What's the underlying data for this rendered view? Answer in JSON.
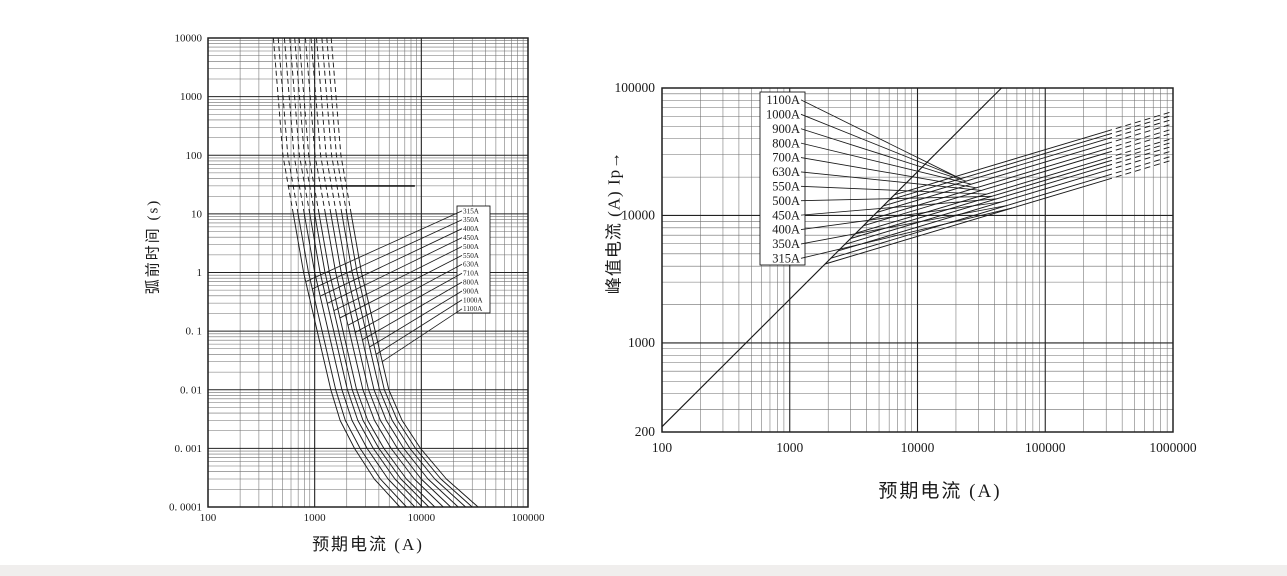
{
  "page": {
    "background": "#ffffff",
    "line_color": "#1a1a1a",
    "grid_major_color": "#222222",
    "grid_minor_color": "#6e6e6e",
    "description": "Two log-log fuse characteristic charts: pre-arcing time vs prospective current, and peak (cut-off) current vs prospective current"
  },
  "chart_data": [
    {
      "type": "line",
      "name": "pre-arcing-time-current-characteristics",
      "xlabel": "预期电流 (A)",
      "ylabel": "弧前时间 (s)",
      "xscale": "log",
      "yscale": "log",
      "xlim": [
        100,
        100000
      ],
      "ylim": [
        0.0001,
        10000
      ],
      "grid": "log-with-minors",
      "x_ticks": [
        {
          "v": 100,
          "t": "100"
        },
        {
          "v": 1000,
          "t": "1000"
        },
        {
          "v": 10000,
          "t": "10000"
        },
        {
          "v": 100000,
          "t": "100000"
        }
      ],
      "y_ticks": [
        {
          "v": 10000,
          "t": "10000"
        },
        {
          "v": 1000,
          "t": "1000"
        },
        {
          "v": 100,
          "t": "100"
        },
        {
          "v": 10,
          "t": "10"
        },
        {
          "v": 1,
          "t": "1"
        },
        {
          "v": 0.1,
          "t": "0. 1"
        },
        {
          "v": 0.01,
          "t": "0. 01"
        },
        {
          "v": 0.001,
          "t": "0. 001"
        },
        {
          "v": 0.0001,
          "t": "0. 0001"
        }
      ],
      "legend_entries": [
        "315A",
        "350A",
        "400A",
        "450A",
        "500A",
        "550A",
        "630A",
        "710A",
        "800A",
        "900A",
        "1000A",
        "1100A"
      ],
      "legend_position": "right-middle-box",
      "dash_above_t": 10,
      "reference_line": {
        "t": 30,
        "i_from": 560,
        "i_to": 8700
      },
      "series": [
        {
          "name": "315A",
          "points": [
            [
              410,
              10000
            ],
            [
              504,
              100
            ],
            [
              630,
              10
            ],
            [
              788,
              1
            ],
            [
              1418,
              0.01
            ],
            [
              1733,
              0.003
            ],
            [
              2363,
              0.001
            ],
            [
              3623,
              0.0003
            ],
            [
              6300,
              0.0001
            ]
          ]
        },
        {
          "name": "350A",
          "points": [
            [
              455,
              10000
            ],
            [
              560,
              100
            ],
            [
              700,
              10
            ],
            [
              875,
              1
            ],
            [
              1575,
              0.01
            ],
            [
              1939,
              0.003
            ],
            [
              2664,
              0.001
            ],
            [
              4130,
              0.0003
            ],
            [
              7263,
              0.0001
            ]
          ]
        },
        {
          "name": "400A",
          "points": [
            [
              520,
              10000
            ],
            [
              640,
              100
            ],
            [
              800,
              10
            ],
            [
              1000,
              1
            ],
            [
              1800,
              0.01
            ],
            [
              2237,
              0.003
            ],
            [
              3102,
              0.001
            ],
            [
              4878,
              0.0003
            ],
            [
              8699,
              0.0001
            ]
          ]
        },
        {
          "name": "450A",
          "points": [
            [
              585,
              10000
            ],
            [
              720,
              100
            ],
            [
              900,
              10
            ],
            [
              1125,
              1
            ],
            [
              2025,
              0.01
            ],
            [
              2538,
              0.003
            ],
            [
              3548,
              0.001
            ],
            [
              5647,
              0.0003
            ],
            [
              10196,
              0.0001
            ]
          ]
        },
        {
          "name": "500A",
          "points": [
            [
              650,
              10000
            ],
            [
              800,
              100
            ],
            [
              1000,
              10
            ],
            [
              1250,
              1
            ],
            [
              2250,
              0.01
            ],
            [
              2841,
              0.003
            ],
            [
              4001,
              0.001
            ],
            [
              6439,
              0.0003
            ],
            [
              11755,
              0.0001
            ]
          ]
        },
        {
          "name": "550A",
          "points": [
            [
              715,
              10000
            ],
            [
              880,
              100
            ],
            [
              1100,
              10
            ],
            [
              1375,
              1
            ],
            [
              2475,
              0.01
            ],
            [
              3145,
              0.003
            ],
            [
              4460,
              0.001
            ],
            [
              7250,
              0.0003
            ],
            [
              13371,
              0.0001
            ]
          ]
        },
        {
          "name": "630A",
          "points": [
            [
              819,
              10000
            ],
            [
              1008,
              100
            ],
            [
              1260,
              10
            ],
            [
              1575,
              1
            ],
            [
              2835,
              0.01
            ],
            [
              3637,
              0.003
            ],
            [
              5206,
              0.001
            ],
            [
              8586,
              0.0003
            ],
            [
              16059,
              0.0001
            ]
          ]
        },
        {
          "name": "710A",
          "points": [
            [
              923,
              10000
            ],
            [
              1136,
              100
            ],
            [
              1420,
              10
            ],
            [
              1775,
              1
            ],
            [
              3195,
              0.01
            ],
            [
              4133,
              0.003
            ],
            [
              5966,
              0.001
            ],
            [
              9965,
              0.0003
            ],
            [
              18870,
              0.0001
            ]
          ]
        },
        {
          "name": "800A",
          "points": [
            [
              1040,
              10000
            ],
            [
              1280,
              100
            ],
            [
              1600,
              10
            ],
            [
              2000,
              1
            ],
            [
              3600,
              0.01
            ],
            [
              4697,
              0.003
            ],
            [
              6836,
              0.001
            ],
            [
              11560,
              0.0003
            ],
            [
              22173,
              0.0001
            ]
          ]
        },
        {
          "name": "900A",
          "points": [
            [
              1170,
              10000
            ],
            [
              1440,
              100
            ],
            [
              1800,
              10
            ],
            [
              2250,
              1
            ],
            [
              4050,
              0.01
            ],
            [
              5328,
              0.003
            ],
            [
              7819,
              0.001
            ],
            [
              13388,
              0.0003
            ],
            [
              25997,
              0.0001
            ]
          ]
        },
        {
          "name": "1000A",
          "points": [
            [
              1300,
              10000
            ],
            [
              1600,
              100
            ],
            [
              2000,
              10
            ],
            [
              2500,
              1
            ],
            [
              4500,
              0.01
            ],
            [
              5963,
              0.003
            ],
            [
              8816,
              0.001
            ],
            [
              15263,
              0.0003
            ],
            [
              29970,
              0.0001
            ]
          ]
        },
        {
          "name": "1100A",
          "points": [
            [
              1430,
              10000
            ],
            [
              1760,
              100
            ],
            [
              2200,
              10
            ],
            [
              2750,
              1
            ],
            [
              4950,
              0.01
            ],
            [
              6604,
              0.003
            ],
            [
              9829,
              0.001
            ],
            [
              17185,
              0.0003
            ],
            [
              34087,
              0.0001
            ]
          ]
        }
      ]
    },
    {
      "type": "line",
      "name": "peak-cut-off-current-characteristics",
      "xlabel": "预期电流 (A)",
      "ylabel": "峰值电流 (A)  Ip→",
      "xscale": "log",
      "yscale": "log",
      "xlim": [
        100,
        1000000
      ],
      "ylim": [
        200,
        100000
      ],
      "grid": "log-with-minors",
      "x_ticks": [
        {
          "v": 100,
          "t": "100"
        },
        {
          "v": 1000,
          "t": "1000"
        },
        {
          "v": 10000,
          "t": "10000"
        },
        {
          "v": 100000,
          "t": "100000"
        },
        {
          "v": 1000000,
          "t": "1000000"
        }
      ],
      "y_ticks": [
        {
          "v": 100000,
          "t": "100000"
        },
        {
          "v": 10000,
          "t": "10000"
        },
        {
          "v": 1000,
          "t": "1000"
        },
        {
          "v": 200,
          "t": "200"
        }
      ],
      "legend_entries": [
        "1100A",
        "1000A",
        "900A",
        "800A",
        "700A",
        "630A",
        "550A",
        "500A",
        "450A",
        "400A",
        "350A",
        "315A"
      ],
      "legend_position": "upper-middle-box",
      "dash_beyond_i": 300000,
      "prospective_peak_line": {
        "points": [
          [
            100,
            220
          ],
          [
            45455,
            100000
          ]
        ]
      },
      "series": [
        {
          "name": "315A",
          "points": [
            [
              1890,
              4158
            ],
            [
              300000,
              19013
            ],
            [
              1000000,
              27285
            ]
          ]
        },
        {
          "name": "350A",
          "points": [
            [
              2100,
              4620
            ],
            [
              300000,
              20474
            ],
            [
              1000000,
              29383
            ]
          ]
        },
        {
          "name": "400A",
          "points": [
            [
              2400,
              5280
            ],
            [
              300000,
              22480
            ],
            [
              1000000,
              32261
            ]
          ]
        },
        {
          "name": "450A",
          "points": [
            [
              2700,
              5940
            ],
            [
              300000,
              24408
            ],
            [
              1000000,
              35028
            ]
          ]
        },
        {
          "name": "500A",
          "points": [
            [
              3000,
              6600
            ],
            [
              300000,
              26274
            ],
            [
              1000000,
              37706
            ]
          ]
        },
        {
          "name": "550A",
          "points": [
            [
              3300,
              7260
            ],
            [
              300000,
              28087
            ],
            [
              1000000,
              40308
            ]
          ]
        },
        {
          "name": "630A",
          "points": [
            [
              3780,
              8316
            ],
            [
              300000,
              30885
            ],
            [
              1000000,
              44324
            ]
          ]
        },
        {
          "name": "700A",
          "points": [
            [
              4200,
              9240
            ],
            [
              300000,
              33261
            ],
            [
              1000000,
              47734
            ]
          ]
        },
        {
          "name": "800A",
          "points": [
            [
              4800,
              10560
            ],
            [
              300000,
              36519
            ],
            [
              1000000,
              52409
            ]
          ]
        },
        {
          "name": "900A",
          "points": [
            [
              5400,
              11880
            ],
            [
              300000,
              39660
            ],
            [
              1000000,
              56918
            ]
          ]
        },
        {
          "name": "1000A",
          "points": [
            [
              6000,
              13200
            ],
            [
              300000,
              42687
            ],
            [
              1000000,
              61261
            ]
          ]
        },
        {
          "name": "1100A",
          "points": [
            [
              6600,
              14520
            ],
            [
              300000,
              45630
            ],
            [
              1000000,
              65485
            ]
          ]
        }
      ]
    }
  ]
}
